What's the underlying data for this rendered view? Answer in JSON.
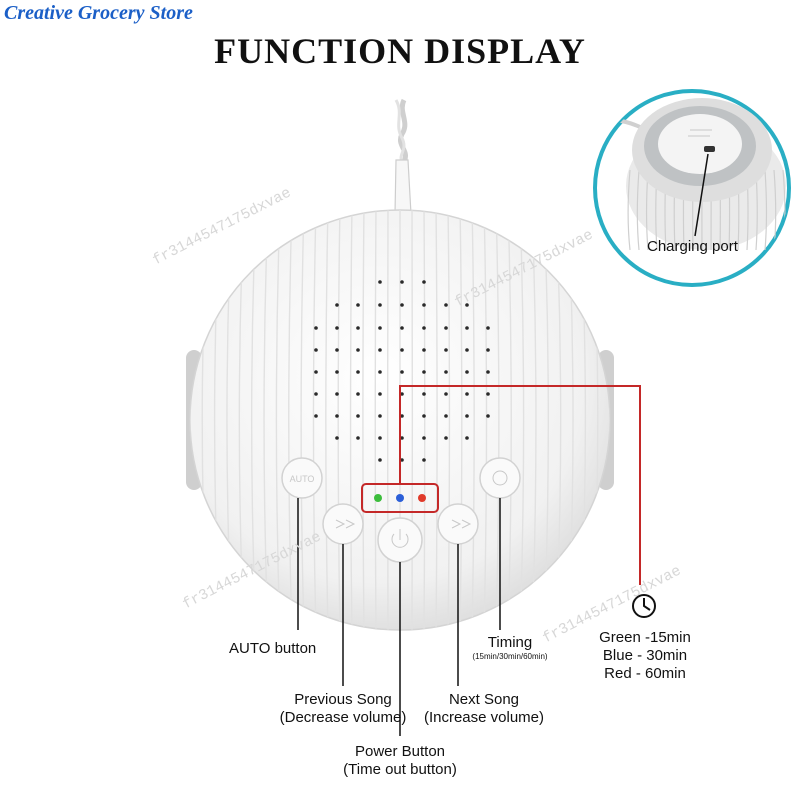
{
  "brand": "Creative Grocery Store",
  "title": "FUNCTION DISPLAY",
  "watermark": "fr3144547175dxvae",
  "charging_port": "Charging port",
  "labels": {
    "auto": "AUTO button",
    "prev_line1": "Previous Song",
    "prev_line2": "(Decrease volume)",
    "power_line1": "Power Button",
    "power_line2": "(Time out button)",
    "next_line1": "Next Song",
    "next_line2": "(Increase volume)",
    "timing_line1": "Timing",
    "timing_line2": "(15min/30min/60min)"
  },
  "timer_legend": [
    "Green -15min",
    "Blue - 30min",
    "Red - 60min"
  ],
  "colors": {
    "green": "#3cbd3c",
    "blue": "#2b5fd8",
    "red": "#e03a2a",
    "callout": "#c42828",
    "circle": "#29aec4"
  },
  "icons": [
    "clock-icon"
  ]
}
